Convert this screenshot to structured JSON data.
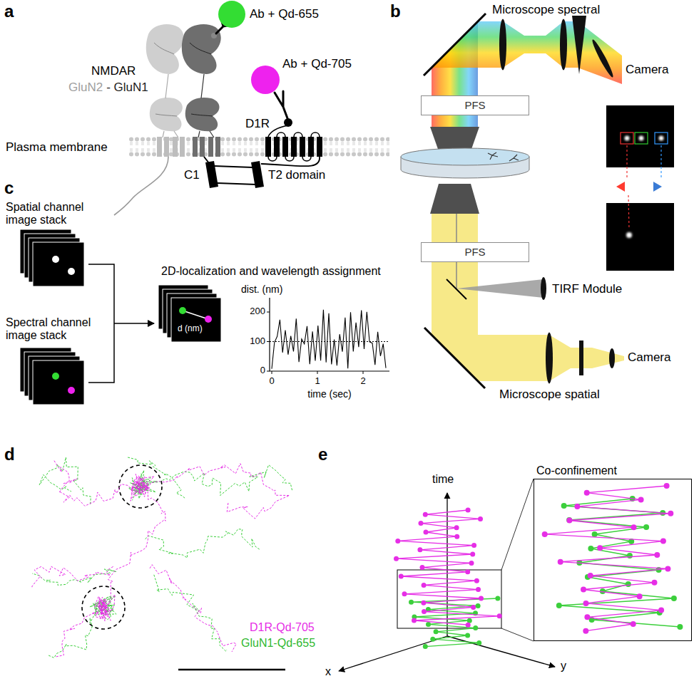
{
  "diagram": {
    "nodes": [
      {
        "text": [
          "PFS"
        ]
      },
      {
        "text": [
          "PFS"
        ]
      },
      {
        "text": [
          "Co-confinement"
        ]
      }
    ],
    "labels": [
      "a",
      "Ab + Qd-655",
      "NMDAR",
      "GluN2",
      "- GluN1",
      "Ab + Qd-705",
      "D1R",
      "Plasma membrane",
      "C1",
      "T2 domain",
      "b",
      "Microscope spectral",
      "Camera",
      "TIRF Module",
      "Camera",
      "Microscope spatial",
      "c",
      "Spatial channel image stack",
      "Spectral channel image stack",
      "2D-localization and wavelength assignment",
      "d (nm)",
      "dist. (nm)",
      "200",
      "100",
      "0",
      "0",
      "1",
      "2",
      "time (sec)",
      "d",
      "D1R-Qd-705",
      "GluN1-Qd-655",
      "e",
      "time",
      "x",
      "y"
    ]
  }
}
